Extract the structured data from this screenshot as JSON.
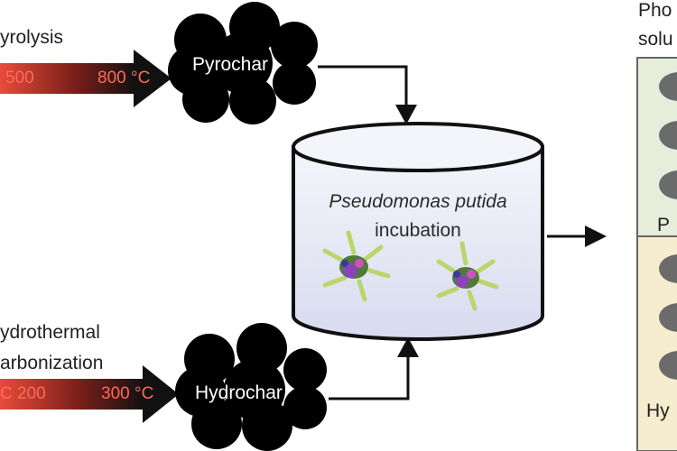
{
  "pyrolysis": {
    "process_label": "yrolysis",
    "temp_start": "500",
    "temp_end": "800 °C",
    "char_label": "Pyrochar"
  },
  "hydrothermal": {
    "process_line1": "ydrothermal",
    "process_line2": "arbonization",
    "temp_start": "C 200",
    "temp_end": "300 °C",
    "char_label": "Hydrochar"
  },
  "incubation": {
    "organism": "Pseudomonas putida",
    "step": "incubation"
  },
  "right_panel": {
    "heading_line1": "Pho",
    "heading_line2": "solu",
    "top_label": "P",
    "bottom_label": "Hy"
  },
  "colors": {
    "char": "#000000",
    "arrow_gradient_start": "#e84b3a",
    "arrow_gradient_end": "#111111",
    "tank_fill_top": "#f4f5fa",
    "tank_fill_bottom": "#d9dcf0",
    "panel_top_fill": "#e6eedb",
    "panel_bottom_fill": "#f6eccf",
    "panel_oval": "#6b6b6b"
  }
}
